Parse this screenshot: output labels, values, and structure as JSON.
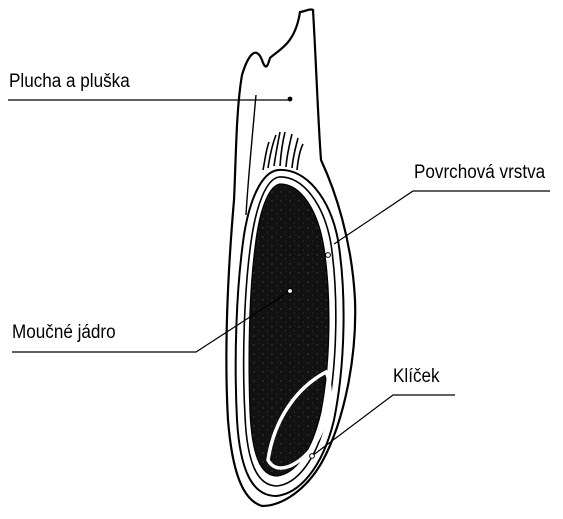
{
  "labels": {
    "husk": "Plucha a pluška",
    "surface_layer": "Povrchová vrstva",
    "endosperm": "Moučné jádro",
    "germ": "Klíček"
  }
}
